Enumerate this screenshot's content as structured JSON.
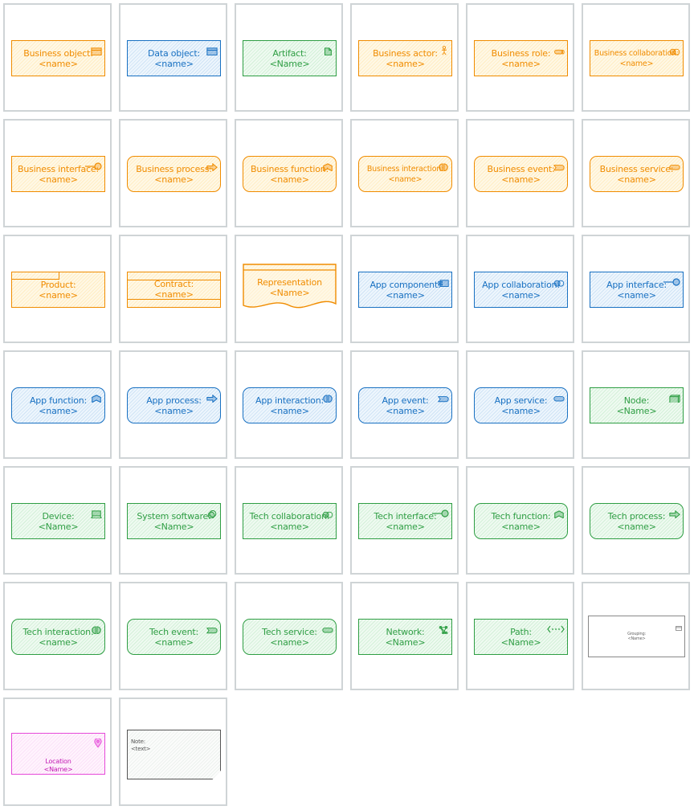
{
  "elements": [
    {
      "kind": "business",
      "line1": "Business object:",
      "line2": "<name>",
      "icon": "business-object-icon"
    },
    {
      "kind": "app",
      "line1": "Data object:",
      "line2": "<name>",
      "icon": "data-object-icon"
    },
    {
      "kind": "tech",
      "line1": "Artifact:",
      "line2": "<Name>",
      "icon": "artifact-icon"
    },
    {
      "kind": "business",
      "line1": "Business actor:",
      "line2": "<name>",
      "icon": "actor-icon"
    },
    {
      "kind": "business",
      "line1": "Business role:",
      "line2": "<name>",
      "icon": "role-icon"
    },
    {
      "kind": "business",
      "line1": "Business collaboration:",
      "line2": "<name>",
      "icon": "collaboration-icon"
    },
    {
      "kind": "business",
      "line1": "Business interface:",
      "line2": "<name>",
      "icon": "interface-icon"
    },
    {
      "kind": "business",
      "line1": "Business process:",
      "line2": "<name>",
      "icon": "process-arrow-icon"
    },
    {
      "kind": "business",
      "line1": "Business function:",
      "line2": "<name>",
      "icon": "function-icon"
    },
    {
      "kind": "business",
      "line1": "Business interaction:",
      "line2": "<name>",
      "icon": "interaction-icon"
    },
    {
      "kind": "business",
      "line1": "Business event:",
      "line2": "<name>",
      "icon": "event-icon"
    },
    {
      "kind": "business",
      "line1": "Business service:",
      "line2": "<name>",
      "icon": "service-icon"
    },
    {
      "kind": "business",
      "line1": "Product:",
      "line2": "<name>",
      "icon": "product-icon"
    },
    {
      "kind": "business",
      "line1": "Contract:",
      "line2": "<name>",
      "icon": "contract-icon"
    },
    {
      "kind": "business",
      "line1": "Representation",
      "line2": "<Name>",
      "icon": "representation-icon"
    },
    {
      "kind": "app",
      "line1": "App component:",
      "line2": "<name>",
      "icon": "component-icon"
    },
    {
      "kind": "app",
      "line1": "App collaboration:",
      "line2": "<name>",
      "icon": "collaboration-icon"
    },
    {
      "kind": "app",
      "line1": "App interface:",
      "line2": "<name>",
      "icon": "interface-icon"
    },
    {
      "kind": "app",
      "line1": "App function:",
      "line2": "<name>",
      "icon": "function-icon"
    },
    {
      "kind": "app",
      "line1": "App process:",
      "line2": "<name>",
      "icon": "process-arrow-icon"
    },
    {
      "kind": "app",
      "line1": "App interaction:",
      "line2": "<name>",
      "icon": "interaction-icon"
    },
    {
      "kind": "app",
      "line1": "App event:",
      "line2": "<name>",
      "icon": "event-icon"
    },
    {
      "kind": "app",
      "line1": "App service:",
      "line2": "<name>",
      "icon": "service-icon"
    },
    {
      "kind": "tech",
      "line1": "Node:",
      "line2": "<Name>",
      "icon": "node-icon"
    },
    {
      "kind": "tech",
      "line1": "Device:",
      "line2": "<Name>",
      "icon": "device-icon"
    },
    {
      "kind": "tech",
      "line1": "System software:",
      "line2": "<Name>",
      "icon": "system-software-icon"
    },
    {
      "kind": "tech",
      "line1": "Tech collaboration:",
      "line2": "<name>",
      "icon": "collaboration-icon"
    },
    {
      "kind": "tech",
      "line1": "Tech interface:",
      "line2": "<name>",
      "icon": "interface-icon"
    },
    {
      "kind": "tech",
      "line1": "Tech function:",
      "line2": "<name>",
      "icon": "function-icon"
    },
    {
      "kind": "tech",
      "line1": "Tech process:",
      "line2": "<name>",
      "icon": "process-arrow-icon"
    },
    {
      "kind": "tech",
      "line1": "Tech interaction:",
      "line2": "<name>",
      "icon": "interaction-icon"
    },
    {
      "kind": "tech",
      "line1": "Tech event:",
      "line2": "<name>",
      "icon": "event-icon"
    },
    {
      "kind": "tech",
      "line1": "Tech service:",
      "line2": "<name>",
      "icon": "service-icon"
    },
    {
      "kind": "tech",
      "line1": "Network:",
      "line2": "<Name>",
      "icon": "network-icon"
    },
    {
      "kind": "tech",
      "line1": "Path:",
      "line2": "<Name>",
      "icon": "path-icon"
    },
    {
      "kind": "grouping",
      "line1": "Grouping:",
      "line2": "<Name>",
      "icon": "grouping-icon"
    },
    {
      "kind": "location",
      "line1": "Location",
      "line2": "<Name>",
      "icon": "location-pin-icon"
    },
    {
      "kind": "note",
      "line1": "Note:",
      "line2": "<text>",
      "icon": "note-icon"
    }
  ],
  "colors": {
    "business_stroke": "#f08c00",
    "app_stroke": "#1971c2",
    "tech_stroke": "#2f9e44",
    "location_stroke": "#e64ad9",
    "note_stroke": "#555555",
    "cell_border": "#cfd4d6"
  }
}
